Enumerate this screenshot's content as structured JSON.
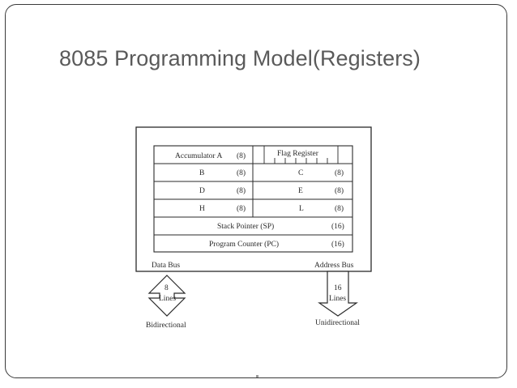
{
  "slide": {
    "title": "8085 Programming Model(Registers)"
  },
  "diagram": {
    "registers": {
      "row1": {
        "left_name": "Accumulator A",
        "left_size": "(8)",
        "right_name": "Flag Register"
      },
      "row2": {
        "left_name": "B",
        "left_size": "(8)",
        "right_name": "C",
        "right_size": "(8)"
      },
      "row3": {
        "left_name": "D",
        "left_size": "(8)",
        "right_name": "E",
        "right_size": "(8)"
      },
      "row4": {
        "left_name": "H",
        "left_size": "(8)",
        "right_name": "L",
        "right_size": "(8)"
      },
      "row5": {
        "name": "Stack Pointer (SP)",
        "size": "(16)"
      },
      "row6": {
        "name": "Program Counter (PC)",
        "size": "(16)"
      }
    },
    "data_bus": {
      "label": "Data Bus",
      "count": "8",
      "unit": "Lines",
      "direction": "Bidirectional"
    },
    "address_bus": {
      "label": "Address Bus",
      "count": "16",
      "unit": "Lines",
      "direction": "Unidirectional"
    }
  }
}
